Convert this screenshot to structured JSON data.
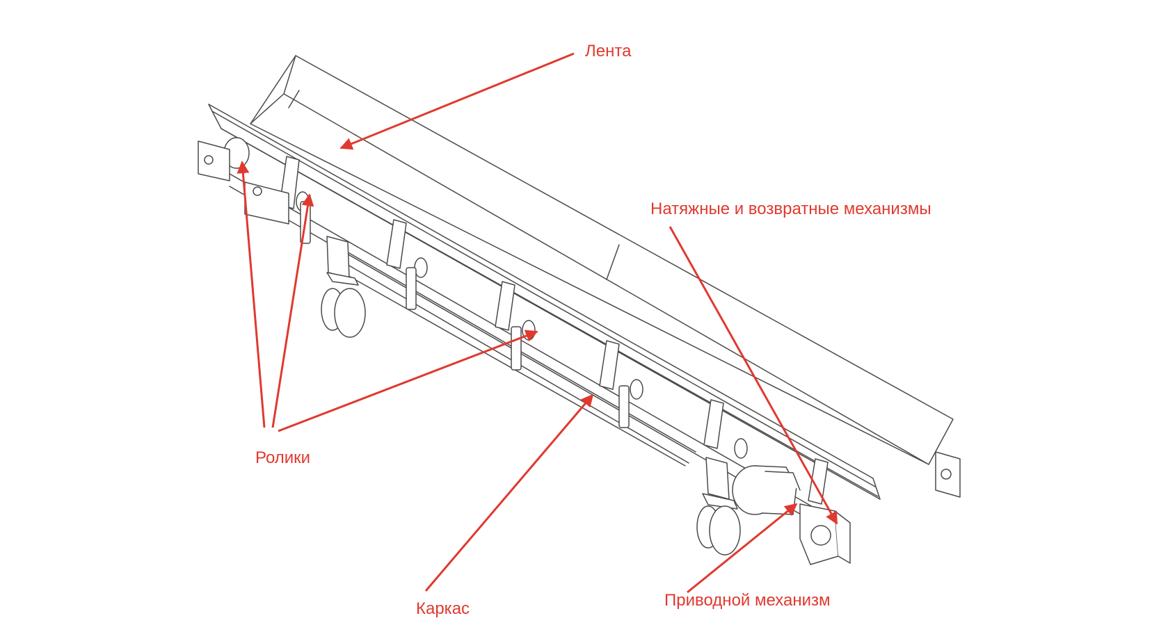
{
  "colors": {
    "annotation": "#e0392f",
    "line": "#4a4a4a",
    "background": "#ffffff"
  },
  "labels": {
    "belt": "Лента",
    "tension": "Натяжные и возвратные механизмы",
    "rollers": "Ролики",
    "frame": "Каркас",
    "drive": "Приводной механизм"
  }
}
